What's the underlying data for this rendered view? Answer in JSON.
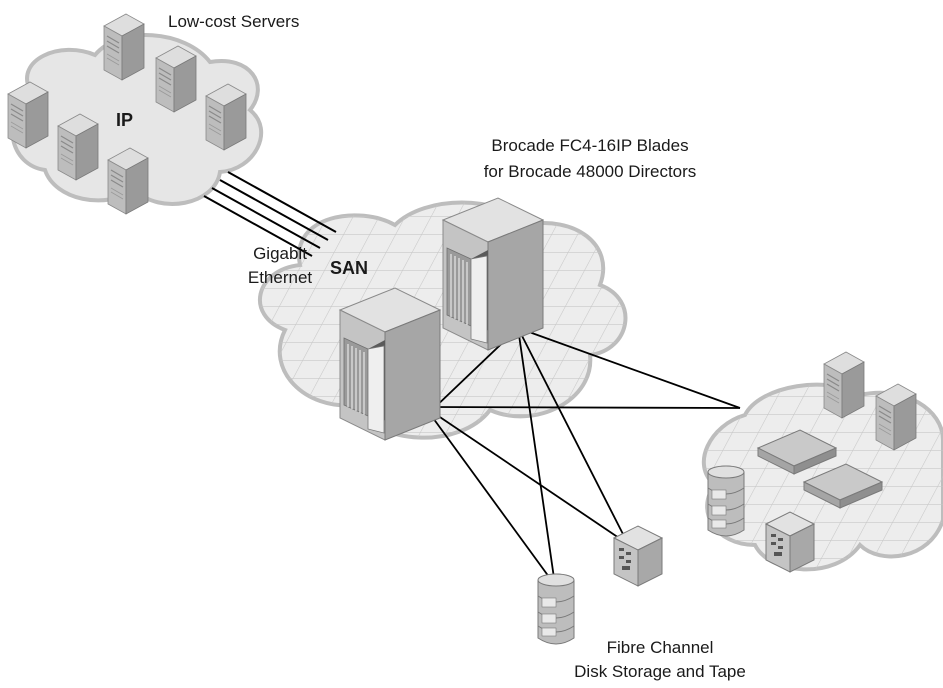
{
  "labels": {
    "servers": "Low-cost Servers",
    "ip": "IP",
    "blades_line1": "Brocade FC4-16IP Blades",
    "blades_line2": "for Brocade 48000 Directors",
    "gige_line1": "Gigabit",
    "gige_line2": "Ethernet",
    "san": "SAN",
    "storage_line1": "Fibre Channel",
    "storage_line2": "Disk Storage and Tape"
  },
  "colors": {
    "cloud_fill": "#e6e6e6",
    "cloud_stroke": "#bdbdbd",
    "device_light": "#e0e0e0",
    "device_mid": "#b5b5b5",
    "device_dark": "#8c8c8c",
    "link": "#000000"
  },
  "icons": {
    "servers": "tower-server-icon",
    "directors": "director-switch-icon",
    "disk": "disk-array-icon",
    "tape": "tape-library-icon",
    "switch": "flat-switch-icon"
  }
}
